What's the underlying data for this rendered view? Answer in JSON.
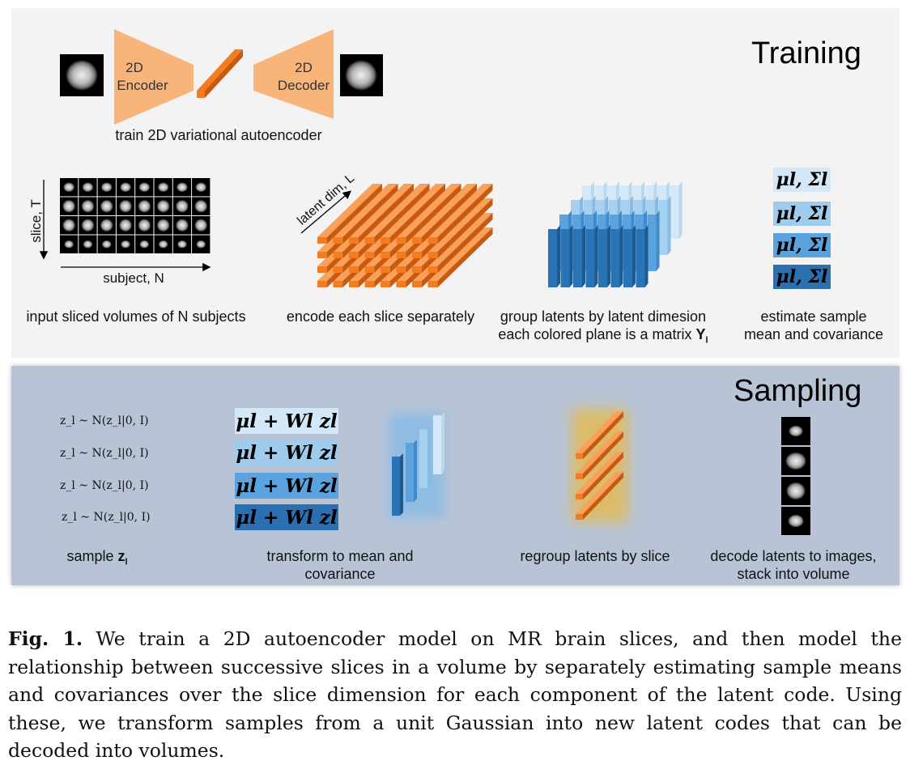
{
  "training": {
    "title": "Training",
    "encoder_label_1": "2D",
    "encoder_label_2": "Encoder",
    "decoder_label_1": "2D",
    "decoder_label_2": "Decoder",
    "vae_caption": "train 2D variational autoencoder",
    "slice_axis": "slice, T",
    "subject_axis": "subject, N",
    "latent_axis": "latent dim, L",
    "caption_input": "input sliced volumes of N subjects",
    "caption_encode": "encode each slice separately",
    "caption_group_1": "group latents by latent dimesion",
    "caption_group_2": "each colored plane is a matrix ",
    "caption_group_matrix": "Y",
    "caption_group_sub": "l",
    "caption_estimate_1": "estimate sample",
    "caption_estimate_2": "mean and covariance",
    "mu_sigma": "μ",
    "mu_sigma_rows": [
      "μl, Σl",
      "μl, Σl",
      "μl, Σl",
      "μl, Σl"
    ],
    "colors": {
      "orange": "#f47c20",
      "vae": "#f9b47a",
      "blue_dark": "#2a74b5",
      "blue_light": "#cfe3f4"
    }
  },
  "sampling": {
    "title": "Sampling",
    "z_rows": [
      "z_l ~ N(z_l|0, I)",
      "z_l ~ N(z_l|0, I)",
      "z_l ~ N(z_l|0, I)",
      "z_l ~ N(z_l|0, I)"
    ],
    "transform_rows": [
      "μl + Wl zl",
      "μl + Wl zl",
      "μl + Wl zl",
      "μl + Wl zl"
    ],
    "caption_sample": "sample ",
    "caption_sample_z": "z",
    "caption_sample_sub": "l",
    "caption_transform_1": "transform to mean and",
    "caption_transform_2": "covariance",
    "caption_regroup": "regroup latents by slice",
    "caption_decode_1": "decode latents to images,",
    "caption_decode_2": "stack into volume"
  },
  "figure_caption": {
    "label": "Fig. 1.",
    "text": " We train a 2D autoencoder model on MR brain slices, and then model the relationship between successive slices in a volume by separately estimating sample means and covariances over the slice dimension for each component of the latent code. Using these, we transform samples from a unit Gaussian into new latent codes that can be decoded into volumes."
  }
}
